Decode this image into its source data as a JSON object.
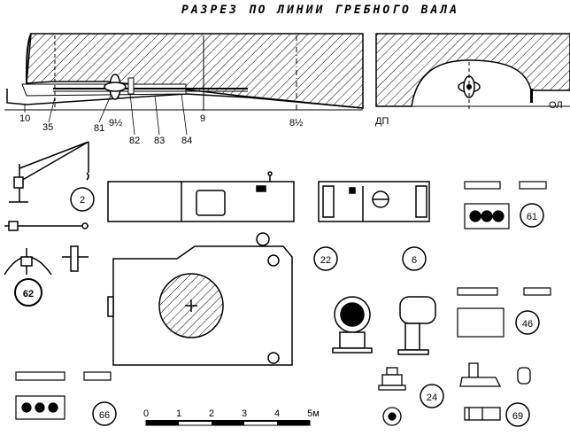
{
  "title": "РАЗРЕЗ ПО ЛИНИИ ГРЕБНОГО ВАЛА",
  "section_labels": {
    "frame_10": "10",
    "frame_35": "35",
    "frame_81": "81",
    "frame_9_half_a": "9½",
    "frame_82": "82",
    "frame_83": "83",
    "frame_84": "84",
    "frame_9": "9",
    "frame_8_half": "8½",
    "dp": "ДП",
    "ol": "ОЛ"
  },
  "part_numbers": {
    "p2": "2",
    "p22": "22",
    "p6": "6",
    "p61": "61",
    "p62": "62",
    "p46": "46",
    "p66": "66",
    "p24": "24",
    "p69": "69"
  },
  "scale_bar": {
    "ticks": [
      "0",
      "1",
      "2",
      "3",
      "4",
      "5м"
    ]
  },
  "colors": {
    "ink": "#000000",
    "paper": "#ffffff"
  }
}
